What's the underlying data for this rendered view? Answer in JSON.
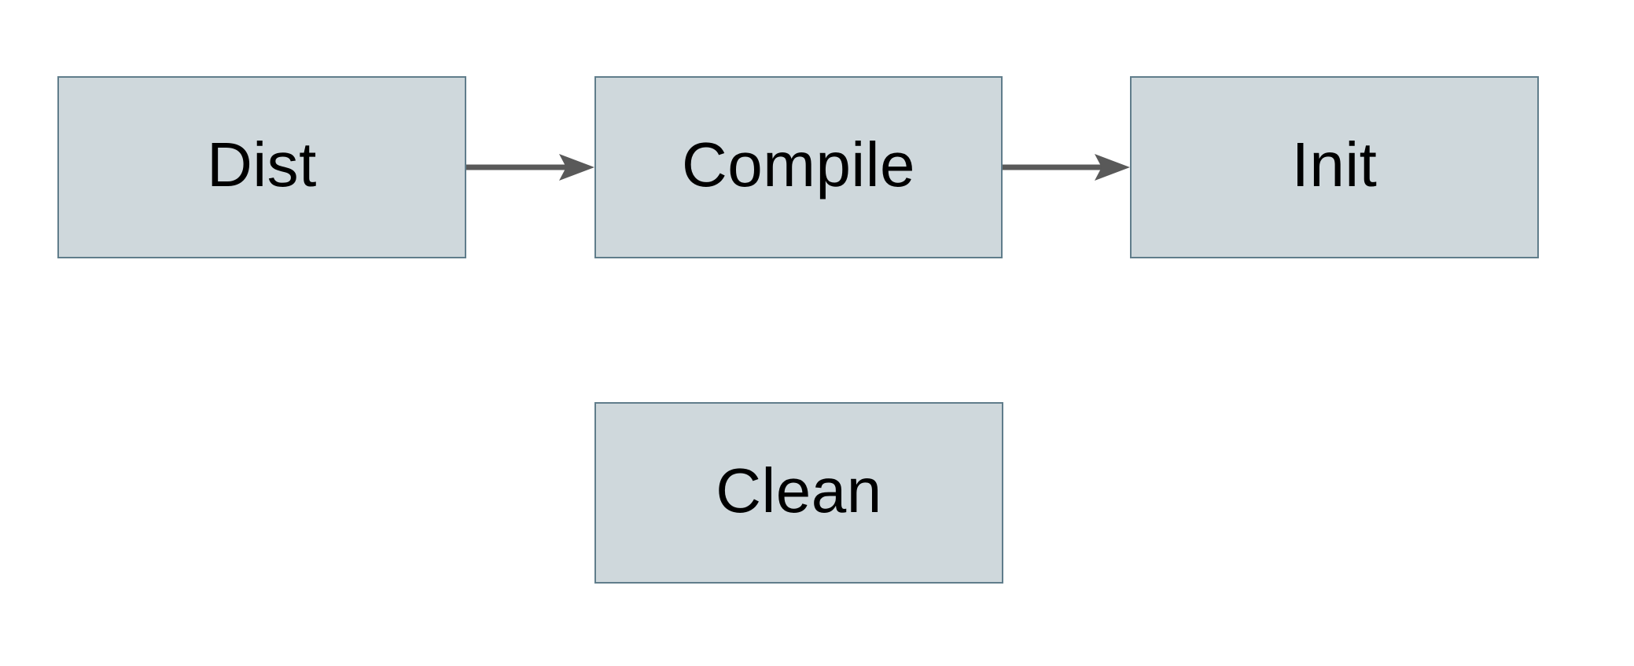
{
  "diagram": {
    "title": "build-targets-flow",
    "background_color": "#ffffff",
    "node_fill_color": "#cfd8dc",
    "node_border_color": "#607d8b",
    "arrow_color": "#595959",
    "text_color": "#000000",
    "nodes": {
      "dist": {
        "label": "Dist"
      },
      "compile": {
        "label": "Compile"
      },
      "init": {
        "label": "Init"
      },
      "clean": {
        "label": "Clean"
      }
    },
    "edges": [
      {
        "from": "dist",
        "to": "compile"
      },
      {
        "from": "compile",
        "to": "init"
      }
    ]
  }
}
